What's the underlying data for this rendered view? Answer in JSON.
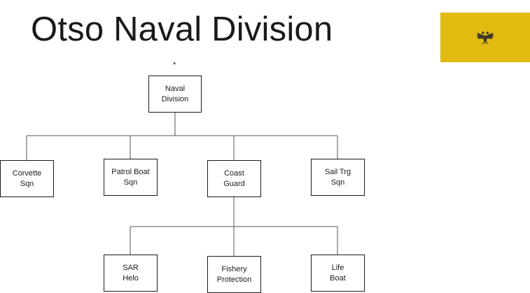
{
  "slide": {
    "title": "Otso Naval Division",
    "marker": "*"
  },
  "flag": {
    "background": "#E3BA10",
    "emblem": "double-headed-eagle-icon",
    "emblem_color": "#3a3a2a"
  },
  "org_chart": {
    "root": "Naval\nDivision",
    "level1": [
      "Corvette\nSqn",
      "Patrol Boat\nSqn",
      "Coast\nGuard",
      "Sail Trg\nSqn"
    ],
    "level2": [
      "SAR\nHelo",
      "Fishery\nProtection",
      "Life\nBoat"
    ]
  }
}
